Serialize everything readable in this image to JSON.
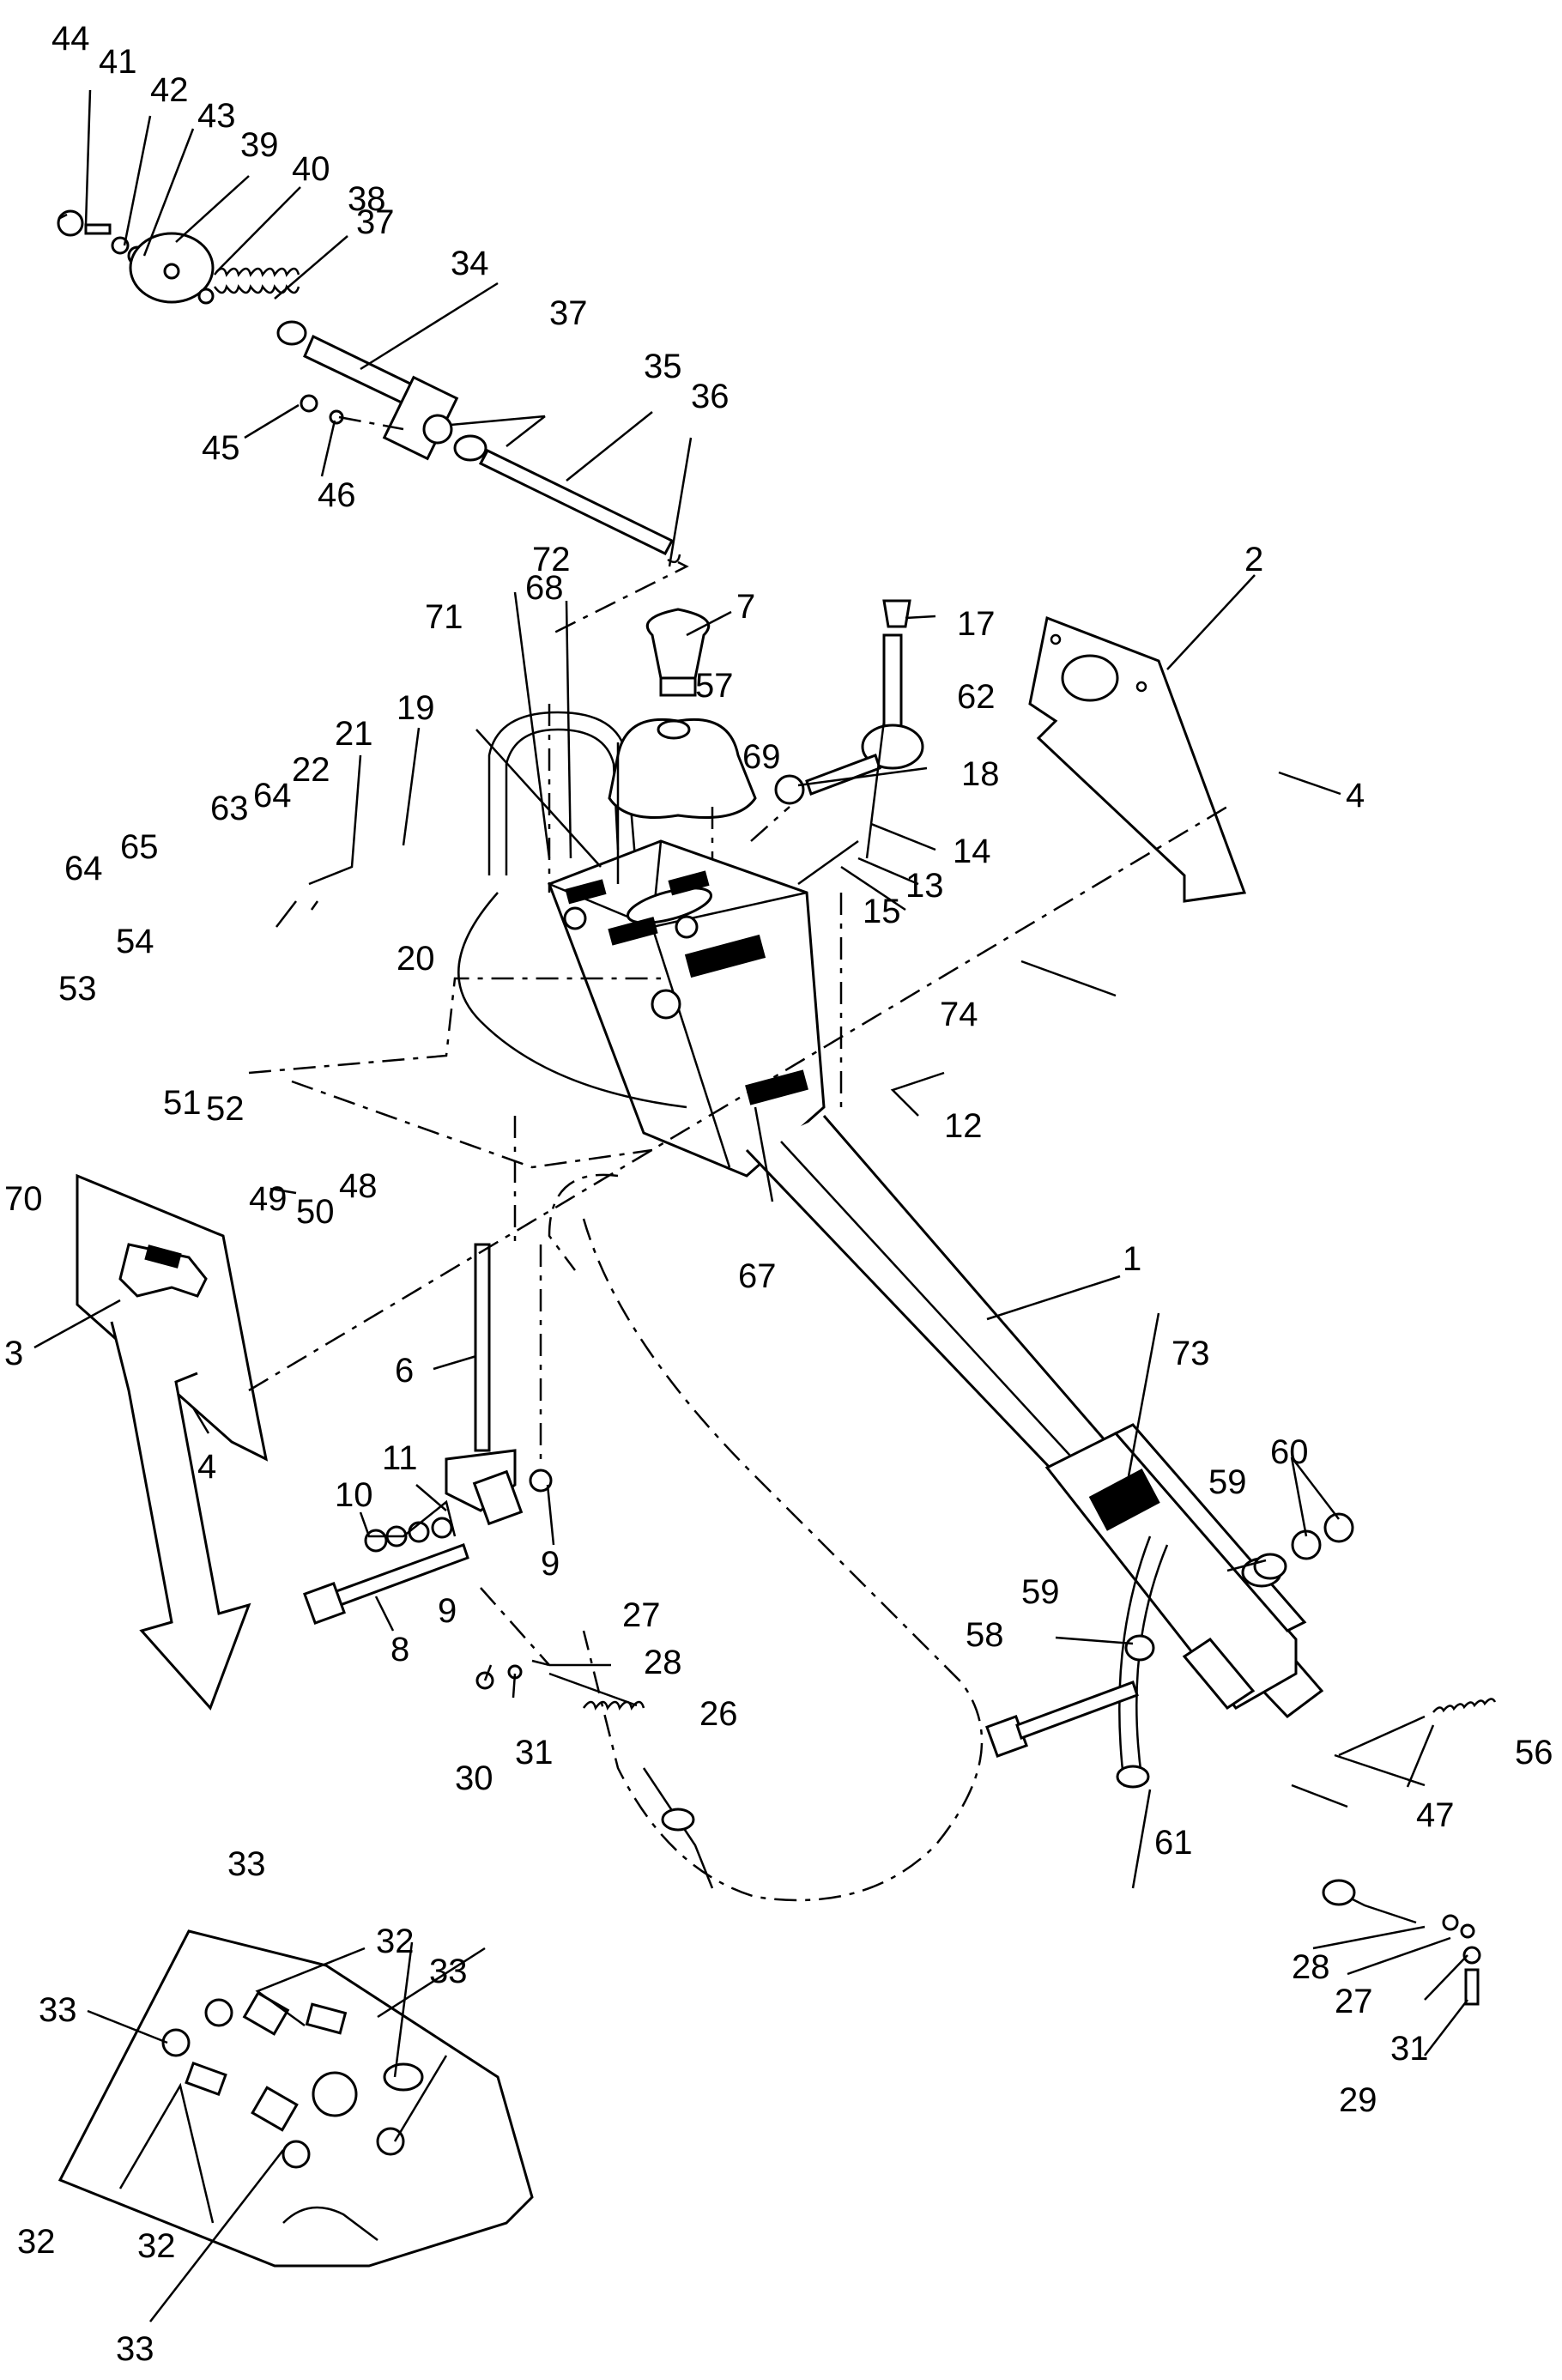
{
  "callouts": [
    "1",
    "2",
    "3",
    "4",
    "4",
    "6",
    "7",
    "8",
    "9",
    "9",
    "10",
    "11",
    "12",
    "13",
    "14",
    "15",
    "17",
    "18",
    "19",
    "20",
    "21",
    "22",
    "26",
    "27",
    "27",
    "28",
    "28",
    "29",
    "30",
    "31",
    "31",
    "32",
    "32",
    "32",
    "33",
    "33",
    "33",
    "33",
    "34",
    "35",
    "36",
    "37",
    "37",
    "38",
    "39",
    "40",
    "41",
    "42",
    "43",
    "44",
    "45",
    "46",
    "47",
    "48",
    "49",
    "50",
    "51",
    "52",
    "53",
    "54",
    "56",
    "57",
    "58",
    "59",
    "59",
    "60",
    "61",
    "62",
    "63",
    "64",
    "64",
    "65",
    "67",
    "68",
    "69",
    "70",
    "71",
    "72",
    "73",
    "74"
  ]
}
